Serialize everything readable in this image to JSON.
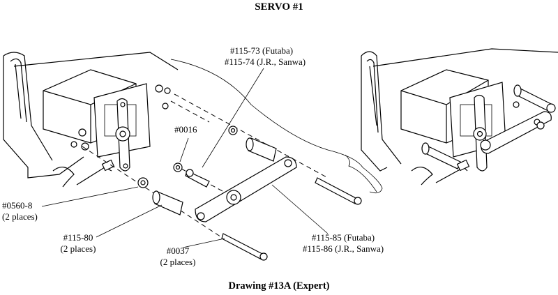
{
  "title": "SERVO #1",
  "caption": "Drawing #13A (Expert)",
  "labels": {
    "p115_73": "#115-73 (Futaba)",
    "p115_74": "#115-74 (J.R., Sanwa)",
    "p0016": "#0016",
    "p0560_8": "#0560-8",
    "p0560_8_qty": "(2 places)",
    "p115_80": "#115-80",
    "p115_80_qty": "(2 places)",
    "p0037": "#0037",
    "p0037_qty": "(2 places)",
    "p115_85": "#115-85 (Futaba)",
    "p115_86": "#115-86 (J.R., Sanwa)"
  }
}
